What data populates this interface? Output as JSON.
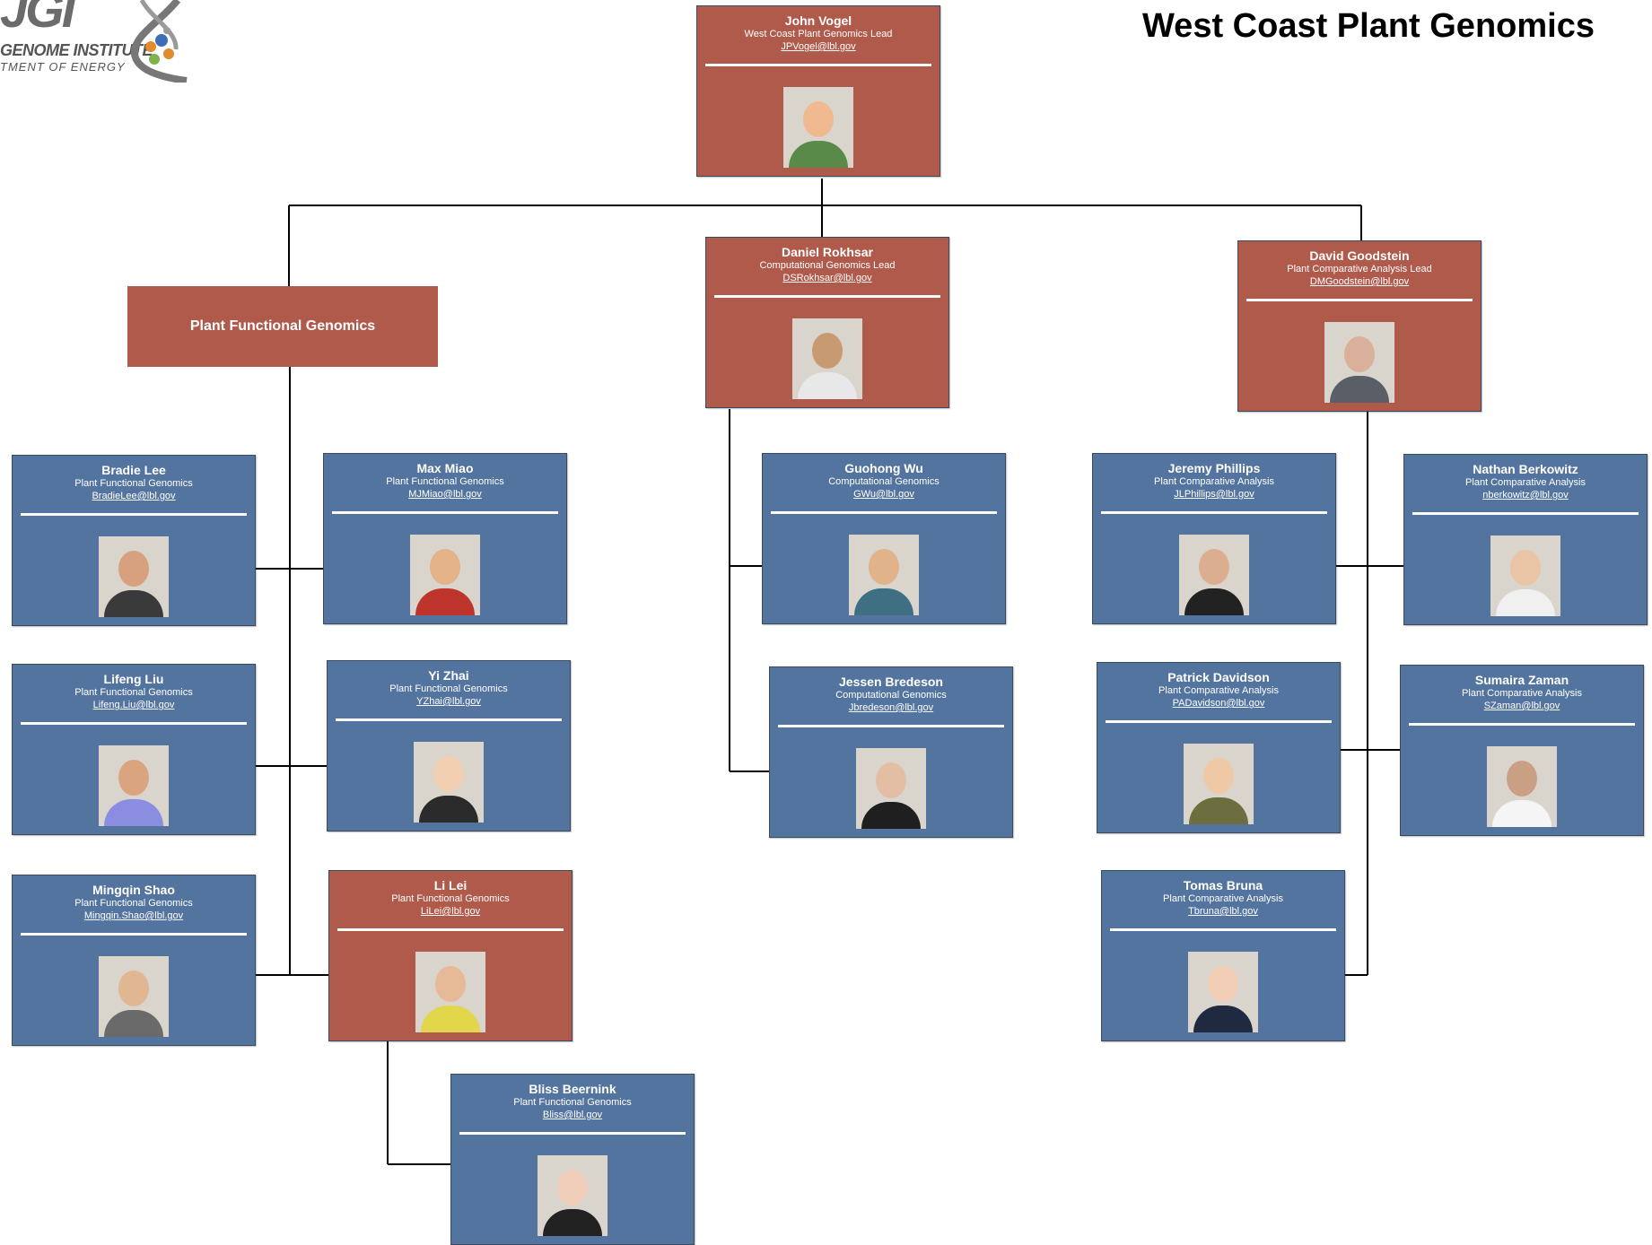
{
  "title": "West Coast Plant Genomics",
  "logo": {
    "line1": "GENOME INSTITUTE",
    "line2": "TMENT OF ENERGY",
    "big": "JGI"
  },
  "group": "Plant Functional Genomics",
  "colors": {
    "red": "#b05a4c",
    "blue": "#5474a0"
  },
  "people": {
    "vogel": {
      "name": "John Vogel",
      "role": "West Coast Plant Genomics Lead",
      "email": "JPVogel@lbl.gov"
    },
    "rokhsar": {
      "name": "Daniel Rokhsar",
      "role": "Computational Genomics Lead",
      "email": "DSRokhsar@lbl.gov"
    },
    "goodstein": {
      "name": "David Goodstein",
      "role": "Plant Comparative Analysis Lead",
      "email": "DMGoodstein@lbl.gov"
    },
    "lee": {
      "name": "Bradie Lee",
      "role": "Plant Functional Genomics",
      "email": "BradieLee@lbl.gov"
    },
    "miao": {
      "name": "Max Miao",
      "role": "Plant Functional Genomics",
      "email": "MJMiao@lbl.gov"
    },
    "liu": {
      "name": "Lifeng Liu",
      "role": "Plant Functional Genomics",
      "email": "Lifeng.Liu@lbl.gov"
    },
    "zhai": {
      "name": "Yi Zhai",
      "role": "Plant Functional Genomics",
      "email": "YZhai@lbl.gov"
    },
    "shao": {
      "name": "Mingqin Shao",
      "role": "Plant Functional Genomics",
      "email": "Mingqin.Shao@lbl.gov"
    },
    "lei": {
      "name": "Li Lei",
      "role": "Plant Functional Genomics",
      "email": "LiLei@lbl.gov"
    },
    "beernink": {
      "name": "Bliss Beernink",
      "role": "Plant Functional Genomics",
      "email": "Bliss@lbl.gov"
    },
    "wu": {
      "name": "Guohong Wu",
      "role": "Computational Genomics",
      "email": "GWu@lbl.gov"
    },
    "bredeson": {
      "name": "Jessen Bredeson",
      "role": "Computational Genomics",
      "email": "Jbredeson@lbl.gov"
    },
    "phillips": {
      "name": "Jeremy Phillips",
      "role": "Plant Comparative Analysis",
      "email": "JLPhillips@lbl.gov"
    },
    "berkowitz": {
      "name": "Nathan Berkowitz",
      "role": "Plant Comparative Analysis",
      "email": "nberkowitz@lbl.gov"
    },
    "davidson": {
      "name": "Patrick Davidson",
      "role": "Plant Comparative Analysis",
      "email": "PADavidson@lbl.gov"
    },
    "zaman": {
      "name": "Sumaira Zaman",
      "role": "Plant Comparative Analysis",
      "email": "SZaman@lbl.gov"
    },
    "bruna": {
      "name": "Tomas Bruna",
      "role": "Plant Comparative Analysis",
      "email": "Tbruna@lbl.gov"
    }
  }
}
